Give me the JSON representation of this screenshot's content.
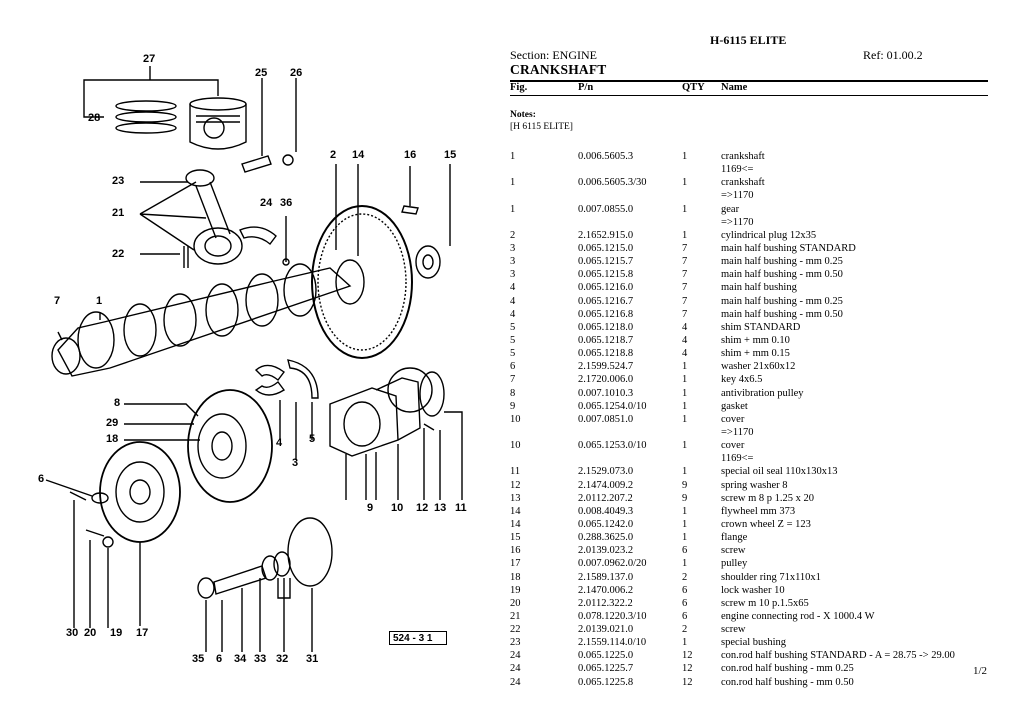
{
  "document": {
    "title": "H-6115 ELITE",
    "section": "Section: ENGINE",
    "ref": "Ref: 01.00.2",
    "part_title": "CRANKSHAFT",
    "headers": {
      "fig": "Fig.",
      "pn": "P/n",
      "qty": "QTY",
      "name": "Name"
    },
    "notes_label": "Notes:",
    "notes_text": "[H 6115 ELITE]",
    "page": "1/2"
  },
  "drawing": {
    "code": "524 - 3 1",
    "callouts": [
      "27",
      "25",
      "26",
      "28",
      "2",
      "14",
      "16",
      "15",
      "23",
      "21",
      "24",
      "36",
      "22",
      "7",
      "1",
      "8",
      "29",
      "18",
      "4",
      "5",
      "3",
      "6",
      "9",
      "10",
      "12",
      "13",
      "11",
      "30",
      "20",
      "19",
      "17",
      "35",
      "6",
      "34",
      "33",
      "32",
      "31"
    ]
  },
  "rows": [
    {
      "fig": "1",
      "pn": "0.006.5605.3",
      "qty": "1",
      "name": "crankshaft"
    },
    {
      "fig": "",
      "pn": "",
      "qty": "",
      "name": "1169<="
    },
    {
      "fig": "1",
      "pn": "0.006.5605.3/30",
      "qty": "1",
      "name": "crankshaft"
    },
    {
      "fig": "",
      "pn": "",
      "qty": "",
      "name": "=>1170"
    },
    {
      "fig": "1",
      "pn": "0.007.0855.0",
      "qty": "1",
      "name": "gear"
    },
    {
      "fig": "",
      "pn": "",
      "qty": "",
      "name": "=>1170"
    },
    {
      "fig": "2",
      "pn": "2.1652.915.0",
      "qty": "1",
      "name": "cylindrical plug 12x35"
    },
    {
      "fig": "3",
      "pn": "0.065.1215.0",
      "qty": "7",
      "name": "main half bushing STANDARD"
    },
    {
      "fig": "3",
      "pn": "0.065.1215.7",
      "qty": "7",
      "name": "main half bushing - mm 0.25"
    },
    {
      "fig": "3",
      "pn": "0.065.1215.8",
      "qty": "7",
      "name": "main half bushing - mm 0.50"
    },
    {
      "fig": "4",
      "pn": "0.065.1216.0",
      "qty": "7",
      "name": "main half bushing"
    },
    {
      "fig": "4",
      "pn": "0.065.1216.7",
      "qty": "7",
      "name": "main half bushing - mm 0.25"
    },
    {
      "fig": "4",
      "pn": "0.065.1216.8",
      "qty": "7",
      "name": "main half bushing - mm 0.50"
    },
    {
      "fig": "5",
      "pn": "0.065.1218.0",
      "qty": "4",
      "name": "shim STANDARD"
    },
    {
      "fig": "5",
      "pn": "0.065.1218.7",
      "qty": "4",
      "name": "shim + mm 0.10"
    },
    {
      "fig": "5",
      "pn": "0.065.1218.8",
      "qty": "4",
      "name": "shim + mm 0.15"
    },
    {
      "fig": "6",
      "pn": "2.1599.524.7",
      "qty": "1",
      "name": "washer 21x60x12"
    },
    {
      "fig": "7",
      "pn": "2.1720.006.0",
      "qty": "1",
      "name": "key 4x6.5"
    },
    {
      "fig": "8",
      "pn": "0.007.1010.3",
      "qty": "1",
      "name": "antivibration pulley"
    },
    {
      "fig": "9",
      "pn": "0.065.1254.0/10",
      "qty": "1",
      "name": "gasket"
    },
    {
      "fig": "10",
      "pn": "0.007.0851.0",
      "qty": "1",
      "name": "cover"
    },
    {
      "fig": "",
      "pn": "",
      "qty": "",
      "name": "=>1170"
    },
    {
      "fig": "10",
      "pn": "0.065.1253.0/10",
      "qty": "1",
      "name": "cover"
    },
    {
      "fig": "",
      "pn": "",
      "qty": "",
      "name": "1169<="
    },
    {
      "fig": "11",
      "pn": "2.1529.073.0",
      "qty": "1",
      "name": "special oil seal 110x130x13"
    },
    {
      "fig": "12",
      "pn": "2.1474.009.2",
      "qty": "9",
      "name": "spring washer 8"
    },
    {
      "fig": "13",
      "pn": "2.0112.207.2",
      "qty": "9",
      "name": "screw m 8 p 1.25 x 20"
    },
    {
      "fig": "14",
      "pn": "0.008.4049.3",
      "qty": "1",
      "name": "flywheel mm 373"
    },
    {
      "fig": "14",
      "pn": "0.065.1242.0",
      "qty": "1",
      "name": "crown wheel Z = 123"
    },
    {
      "fig": "15",
      "pn": "0.288.3625.0",
      "qty": "1",
      "name": "flange"
    },
    {
      "fig": "16",
      "pn": "2.0139.023.2",
      "qty": "6",
      "name": "screw"
    },
    {
      "fig": "17",
      "pn": "0.007.0962.0/20",
      "qty": "1",
      "name": "pulley"
    },
    {
      "fig": "18",
      "pn": "2.1589.137.0",
      "qty": "2",
      "name": "shoulder ring 71x110x1"
    },
    {
      "fig": "19",
      "pn": "2.1470.006.2",
      "qty": "6",
      "name": "lock washer 10"
    },
    {
      "fig": "20",
      "pn": "2.0112.322.2",
      "qty": "6",
      "name": "screw m 10 p.1.5x65"
    },
    {
      "fig": "21",
      "pn": "0.078.1220.3/10",
      "qty": "6",
      "name": "engine connecting rod - X 1000.4 W"
    },
    {
      "fig": "22",
      "pn": "2.0139.021.0",
      "qty": "2",
      "name": "screw"
    },
    {
      "fig": "23",
      "pn": "2.1559.114.0/10",
      "qty": "1",
      "name": "special bushing"
    },
    {
      "fig": "24",
      "pn": "0.065.1225.0",
      "qty": "12",
      "name": "con.rod half bushing STANDARD - A = 28.75 -> 29.00"
    },
    {
      "fig": "24",
      "pn": "0.065.1225.7",
      "qty": "12",
      "name": "con.rod half bushing - mm 0.25"
    },
    {
      "fig": "24",
      "pn": "0.065.1225.8",
      "qty": "12",
      "name": "con.rod half bushing - mm 0.50"
    }
  ]
}
